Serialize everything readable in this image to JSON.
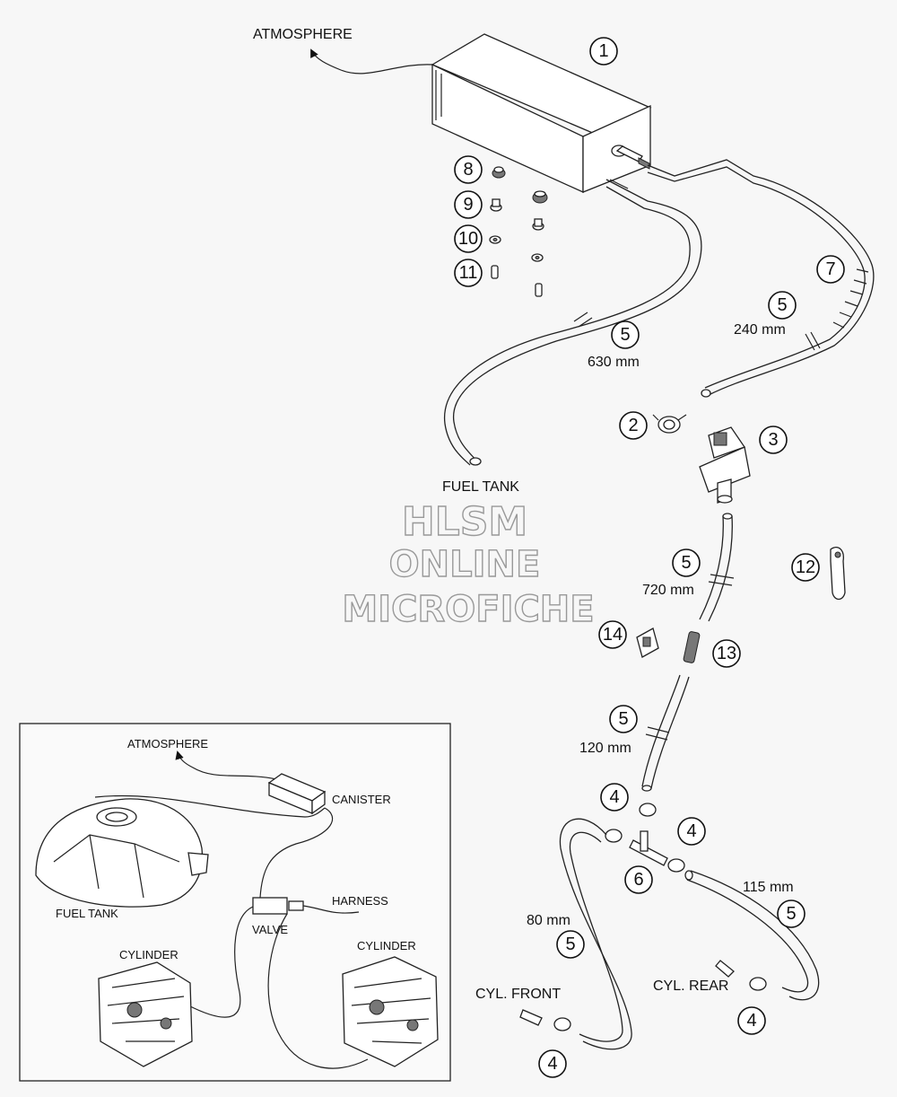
{
  "main": {
    "atmosphere": "ATMOSPHERE",
    "fuel_tank": "FUEL TANK",
    "cyl_front": "CYL. FRONT",
    "cyl_rear": "CYL. REAR",
    "hose_630": "630 mm",
    "hose_240": "240 mm",
    "hose_720": "720 mm",
    "hose_120": "120 mm",
    "hose_115": "115 mm",
    "hose_80": "80 mm"
  },
  "callouts": {
    "c1": "1",
    "c2": "2",
    "c3": "3",
    "c4": "4",
    "c5": "5",
    "c6": "6",
    "c7": "7",
    "c8": "8",
    "c9": "9",
    "c10": "10",
    "c11": "11",
    "c12": "12",
    "c13": "13",
    "c14": "14"
  },
  "watermark": {
    "line1": "HLSM",
    "line2": "ONLINE",
    "line3": "MICROFICHE"
  },
  "inset": {
    "atmosphere": "ATMOSPHERE",
    "canister": "CANISTER",
    "fuel_tank": "FUEL TANK",
    "valve": "VALVE",
    "harness": "HARNESS",
    "cylinder_left": "CYLINDER",
    "cylinder_right": "CYLINDER"
  }
}
